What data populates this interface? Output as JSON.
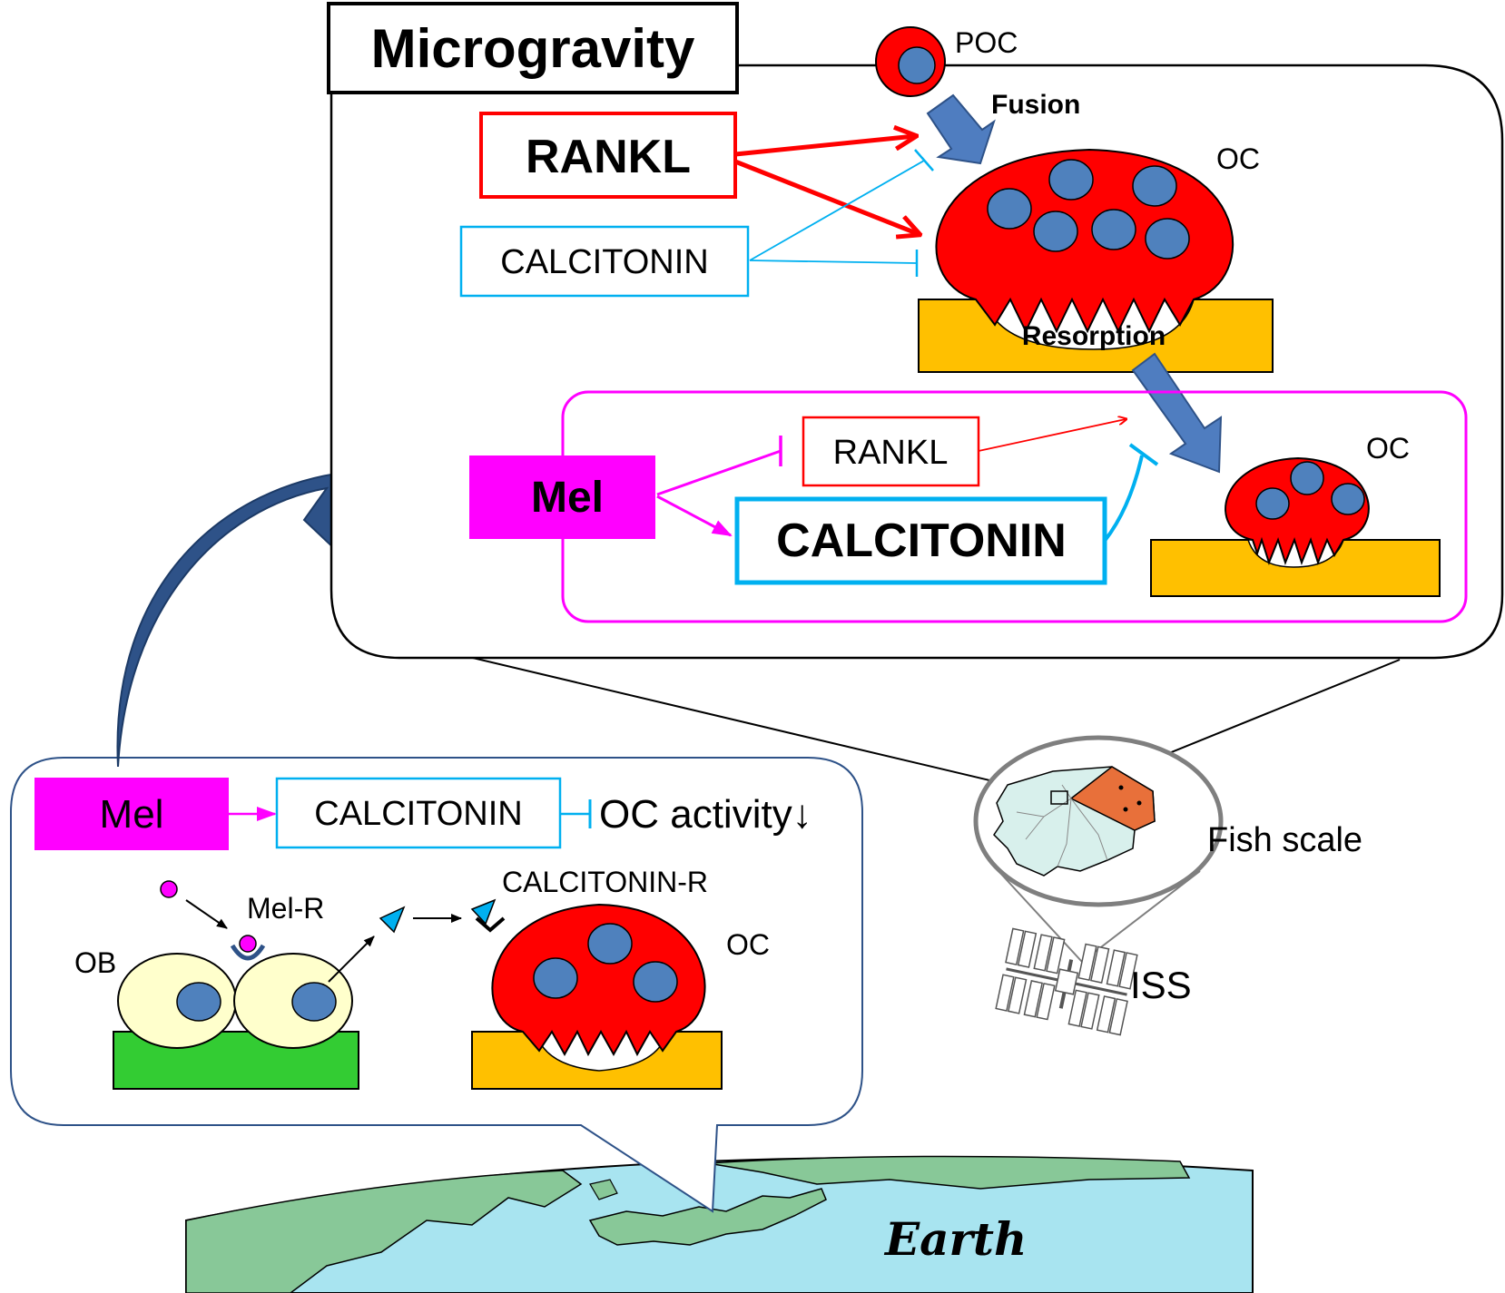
{
  "colors": {
    "red": "#ff0000",
    "nucleus": "#4f81bd",
    "bone": "#ffc000",
    "magenta": "#ff00ff",
    "cyan": "#00b0f0",
    "navy": "#2e5288",
    "blueArrow": "#4f7dc0",
    "green": "#33cc33",
    "obCell": "#ffffcc",
    "ocean": "#a8e4f0",
    "land": "#88c898",
    "scale": "#d8f0ec",
    "scaleOrange": "#e8703a"
  },
  "microgravity": {
    "title": "Microgravity",
    "poc": "POC",
    "fusion": "Fusion",
    "rankl": "RANKL",
    "calcitonin": "CALCITONIN",
    "oc": "OC",
    "resorption": "Resorption",
    "inner": {
      "mel": "Mel",
      "rankl": "RANKL",
      "calcitonin": "CALCITONIN",
      "oc": "OC"
    }
  },
  "ground": {
    "mel": "Mel",
    "calcitonin": "CALCITONIN",
    "ocActivity": "OC activity↓",
    "melR": "Mel-R",
    "calcitoninR": "CALCITONIN-R",
    "ob": "OB",
    "oc": "OC"
  },
  "labels": {
    "fishScale": "Fish scale",
    "iss": "ISS",
    "earth": "Earth"
  }
}
